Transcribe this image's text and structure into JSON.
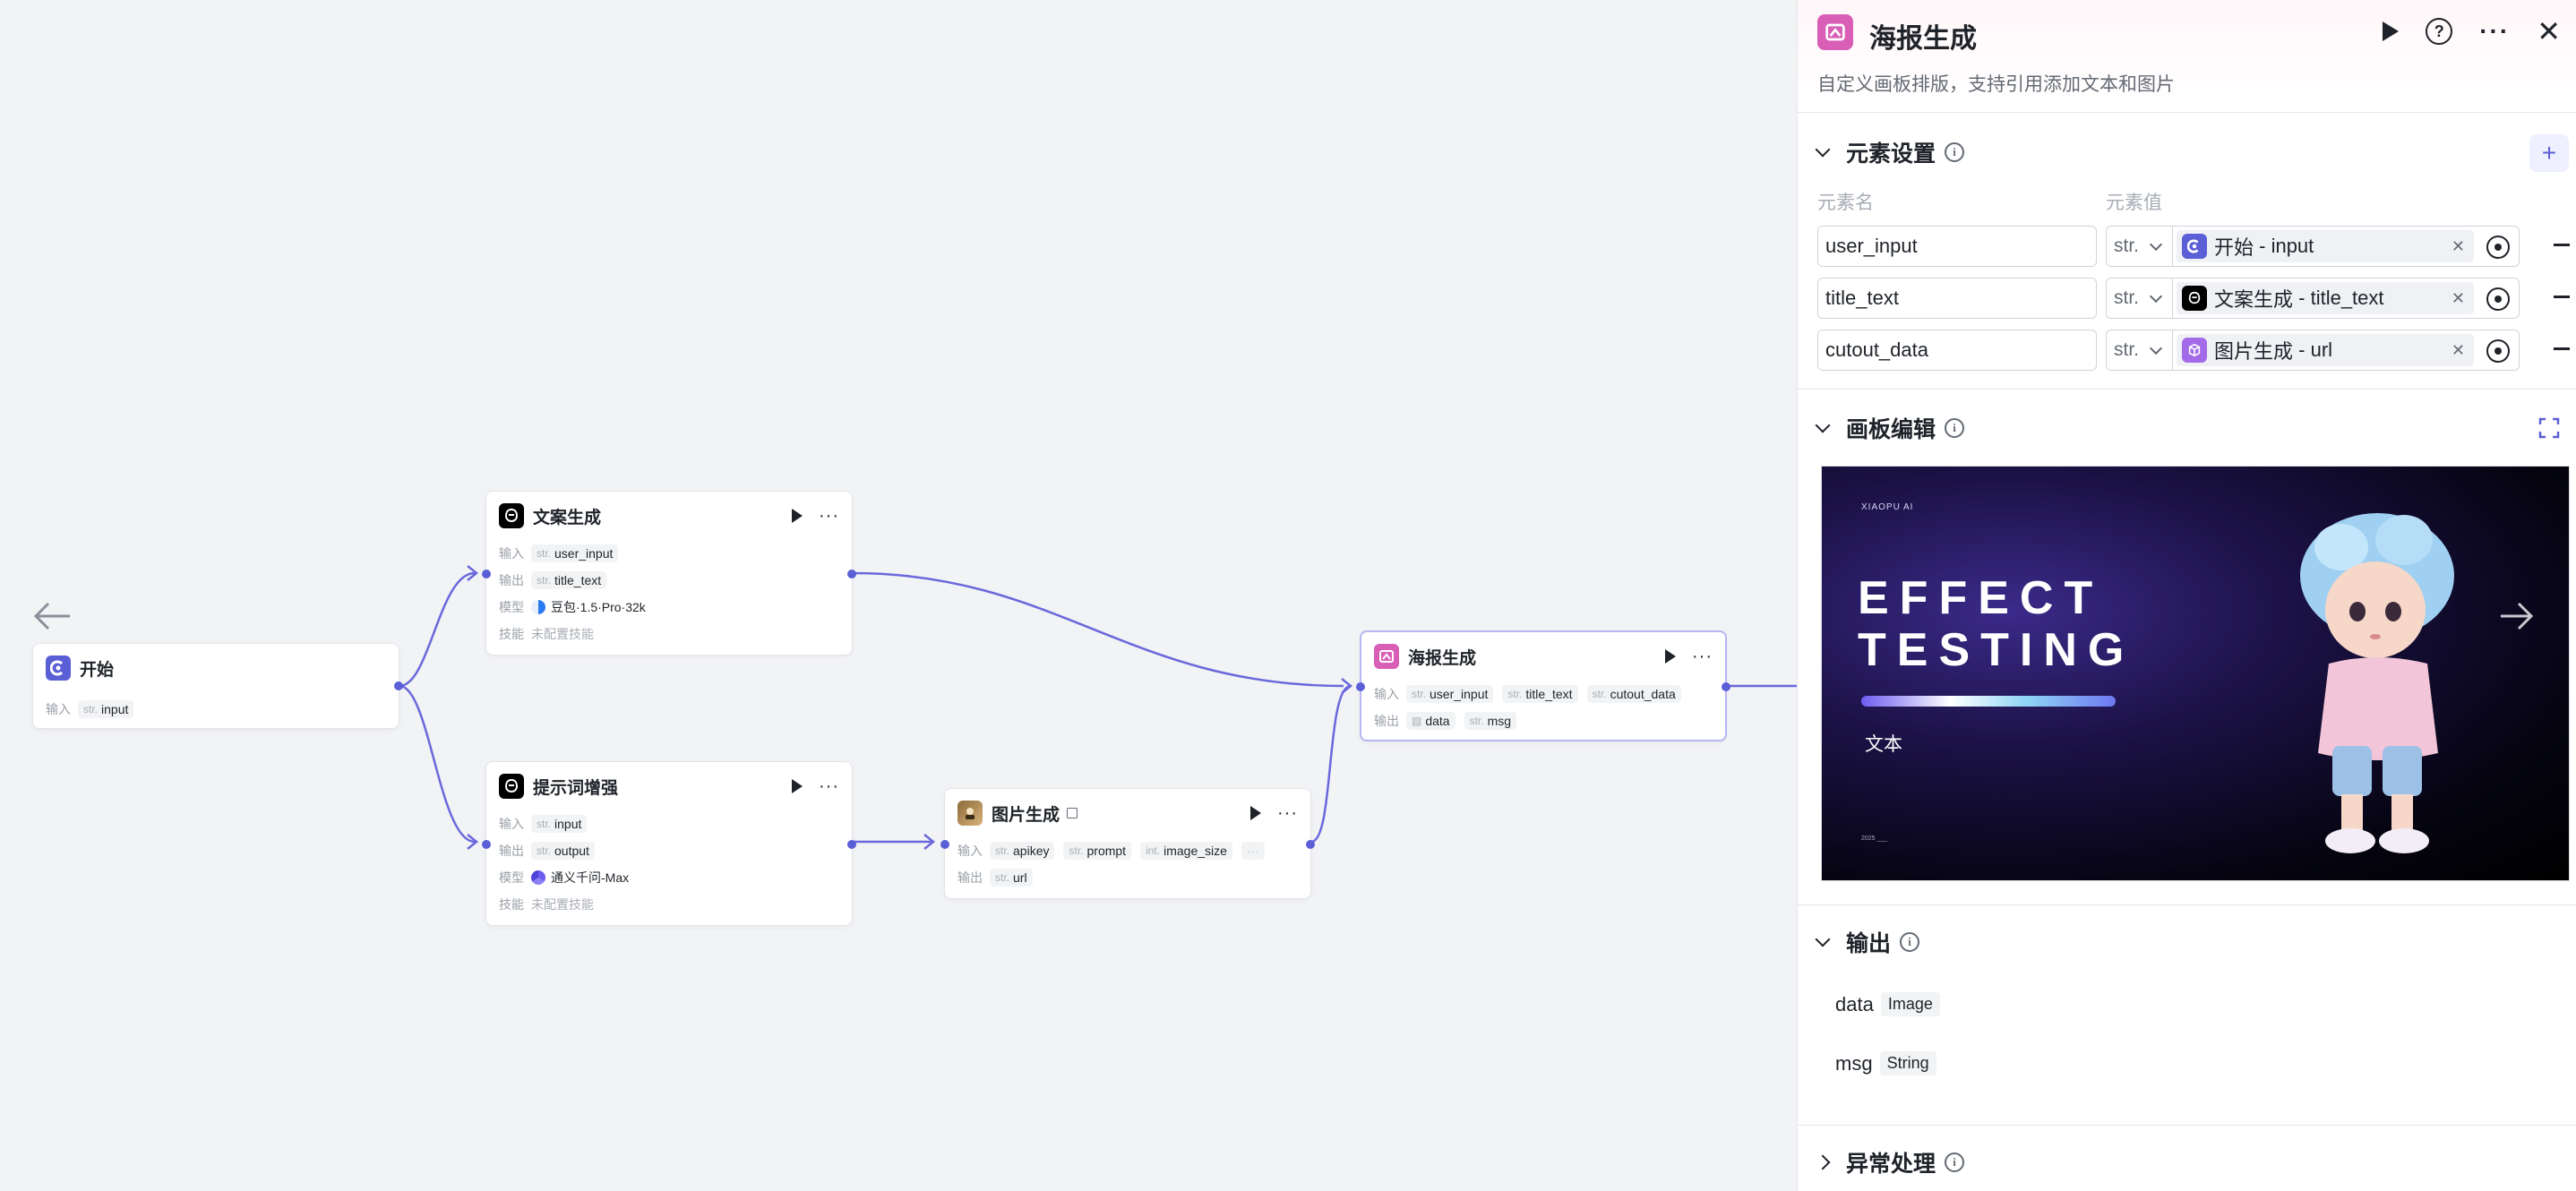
{
  "canvas": {
    "nodes": {
      "start": {
        "title": "开始",
        "input_label": "输入",
        "input_type": "str.",
        "input_value": "input"
      },
      "copy": {
        "title": "文案生成",
        "input_label": "输入",
        "input_type": "str.",
        "input_value": "user_input",
        "output_label": "输出",
        "output_type": "str.",
        "output_value": "title_text",
        "model_label": "模型",
        "model_value": "豆包·1.5·Pro·32k",
        "skill_label": "技能",
        "skill_value": "未配置技能"
      },
      "prompt": {
        "title": "提示词增强",
        "input_label": "输入",
        "input_type": "str.",
        "input_value": "input",
        "output_label": "输出",
        "output_type": "str.",
        "output_value": "output",
        "model_label": "模型",
        "model_value": "通义千问-Max",
        "skill_label": "技能",
        "skill_value": "未配置技能"
      },
      "image": {
        "title": "图片生成",
        "input_label": "输入",
        "inputs": [
          {
            "type": "str.",
            "name": "apikey"
          },
          {
            "type": "str.",
            "name": "prompt"
          },
          {
            "type": "int.",
            "name": "image_size"
          }
        ],
        "output_label": "输出",
        "output_type": "str.",
        "output_value": "url"
      },
      "poster": {
        "title": "海报生成",
        "input_label": "输入",
        "inputs": [
          {
            "type": "str.",
            "name": "user_input"
          },
          {
            "type": "str.",
            "name": "title_text"
          },
          {
            "type": "str.",
            "name": "cutout_data"
          }
        ],
        "output_label": "输出",
        "outputs": [
          {
            "type": "img",
            "name": "data"
          },
          {
            "type": "str.",
            "name": "msg"
          }
        ]
      }
    }
  },
  "panel": {
    "title": "海报生成",
    "description": "自定义画板排版，支持引用添加文本和图片",
    "elements_section": {
      "title": "元素设置",
      "col_name": "元素名",
      "col_value": "元素值",
      "rows": [
        {
          "name": "user_input",
          "type": "str.",
          "ref_node": "开始",
          "ref_sep": " - ",
          "ref_var": "input"
        },
        {
          "name": "title_text",
          "type": "str.",
          "ref_node": "文案生成",
          "ref_sep": " - ",
          "ref_var": "title_text"
        },
        {
          "name": "cutout_data",
          "type": "str.",
          "ref_node": "图片生成",
          "ref_sep": " - ",
          "ref_var": "url"
        }
      ]
    },
    "board_section": {
      "title": "画板编辑",
      "poster": {
        "brand": "XIAOPU AI",
        "headline_1": "EFFECT",
        "headline_2": "TESTING",
        "text": "文本",
        "footer": "2025 ___"
      }
    },
    "output_section": {
      "title": "输出",
      "items": [
        {
          "name": "data",
          "type": "Image"
        },
        {
          "name": "msg",
          "type": "String"
        }
      ]
    },
    "error_section": {
      "title": "异常处理"
    }
  },
  "colors": {
    "accent": "#5b5fd6",
    "poster_node": "#d95fb6",
    "start_node": "#5b5fd6",
    "llm_node": "#000000"
  },
  "icons": {
    "start": "start-icon",
    "llm": "llm-icon",
    "image_gen": "image-gen-icon",
    "poster": "poster-icon"
  }
}
